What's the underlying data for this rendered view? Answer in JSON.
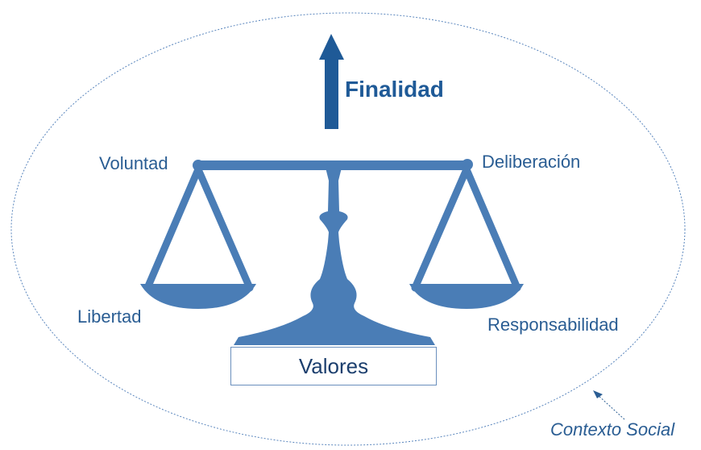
{
  "labels": {
    "finalidad": "Finalidad",
    "voluntad": "Voluntad",
    "deliberacion": "Deliberación",
    "libertad": "Libertad",
    "responsabilidad": "Responsabilidad",
    "valores": "Valores",
    "contexto": "Contexto Social"
  },
  "colors": {
    "scale": "#4a7db6",
    "arrow": "#1f5a97",
    "text": "#2a5d93",
    "ellipse": "#5a86bd"
  },
  "icons": {
    "scale": "balance-scale-icon",
    "arrow": "up-arrow-icon"
  }
}
